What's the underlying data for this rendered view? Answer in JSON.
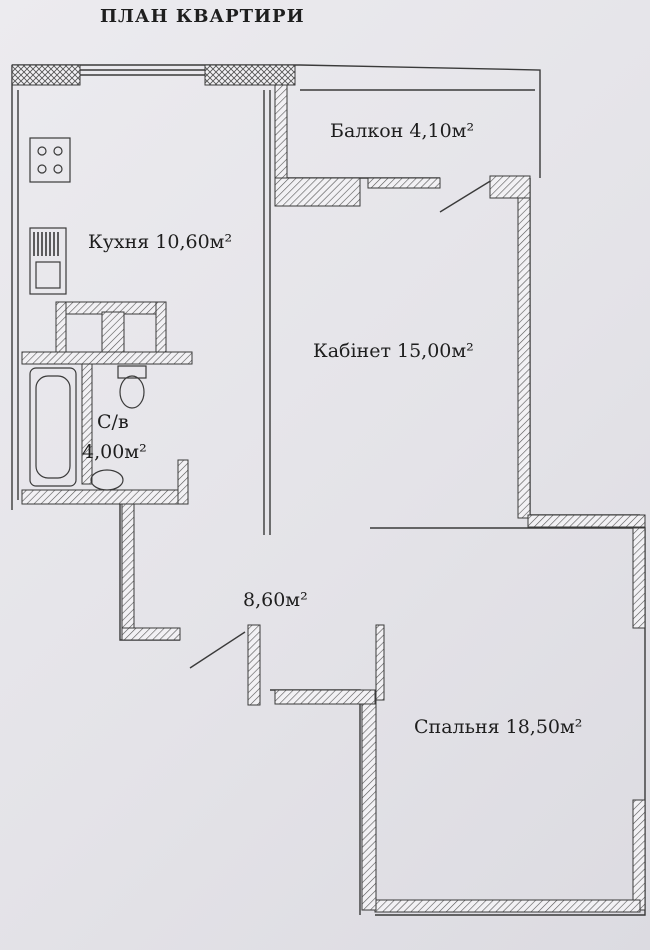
{
  "title": "ПЛАН КВАРТИРИ",
  "rooms": {
    "balcony": "Балкон 4,10м²",
    "kitchen": "Кухня 10,60м²",
    "office": "Кабінет 15,00м²",
    "bathroom_name": "С/в",
    "bathroom_area": "4,00м²",
    "hall": "8,60м²",
    "bedroom": "Спальня 18,50м²"
  },
  "colors": {
    "wall_line": "#3a3a3a",
    "hatch": "#5a5a5a",
    "paper": "#ecebef"
  }
}
